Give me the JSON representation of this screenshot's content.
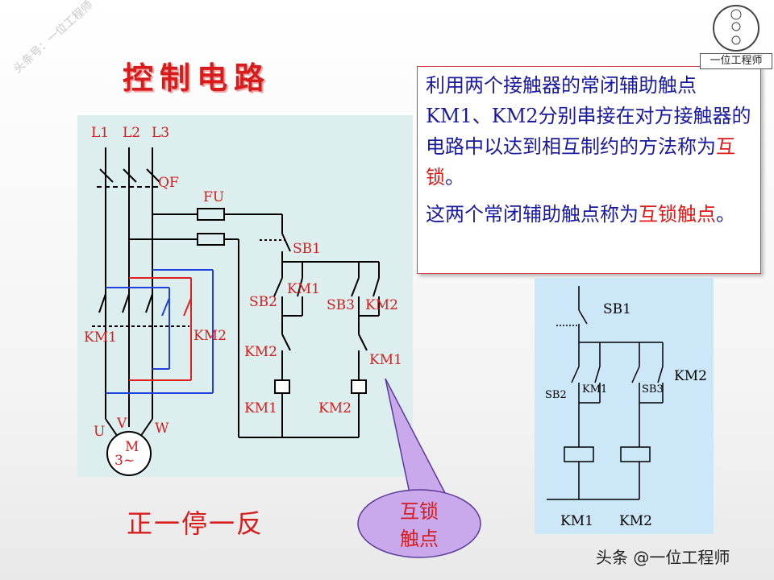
{
  "title": "控制电路",
  "description": {
    "para1_pre": "利用两个接触器的常闭辅助触点KM1、KM2分别串接在对方接触器的电路中以达到相互制约的方法称为",
    "para1_red": "互锁",
    "para1_post": "。",
    "para2_pre": "这两个常闭辅助触点称为",
    "para2_red": "互锁触点",
    "para2_post": "。"
  },
  "callout": {
    "line1": "互锁",
    "line2": "触点"
  },
  "caption": "正一停一反",
  "watermark_top": "头条号：一位工程师",
  "watermark_bottom": "头条 @一位工程师",
  "logo_label": "一位工程师",
  "main_labels": {
    "l1": "L1",
    "l2": "L2",
    "l3": "L3",
    "qf": "QF",
    "fu": "FU",
    "sb1": "SB1",
    "sb2": "SB2",
    "sb3": "SB3",
    "km1_aux": "KM1",
    "km2_aux": "KM2",
    "km2_nc": "KM2",
    "km1_nc": "KM1",
    "km1_coil": "KM1",
    "km2_coil": "KM2",
    "km1_main": "KM1",
    "km2_main": "KM2",
    "u": "U",
    "v": "V",
    "w": "W",
    "motor_m": "M",
    "motor_phase": "3~"
  },
  "small_labels": {
    "sb1": "SB1",
    "sb2": "SB2",
    "sb3": "SB3",
    "km1_aux": "KM1",
    "km2_aux": "KM2",
    "km1_coil": "KM1",
    "km2_coil": "KM2"
  },
  "colors": {
    "red": "#d81c1c",
    "blue": "#1a1aa0",
    "wire_red": "#e02020",
    "wire_blue": "#2040e0",
    "callout": "#c9a8ec"
  }
}
